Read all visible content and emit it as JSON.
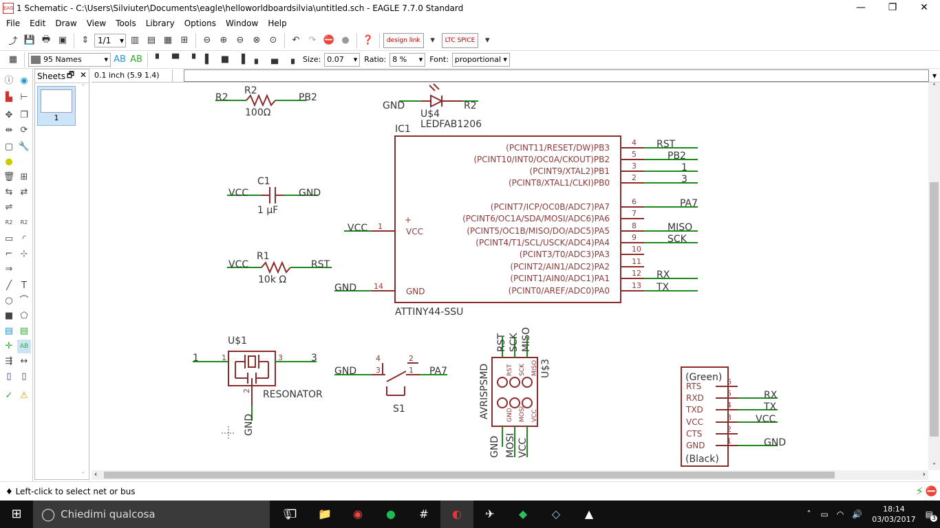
{
  "window": {
    "title": "1 Schematic - C:\\Users\\Silviuter\\Documents\\eagle\\helloworldboardsilvia\\untitled.sch - EAGLE 7.7.0 Standard",
    "minimize_glyph": "—",
    "maximize_glyph": "❐",
    "close_glyph": "✕"
  },
  "menu": [
    {
      "label": "File"
    },
    {
      "label": "Edit"
    },
    {
      "label": "Draw"
    },
    {
      "label": "View"
    },
    {
      "label": "Tools"
    },
    {
      "label": "Library"
    },
    {
      "label": "Options"
    },
    {
      "label": "Window"
    },
    {
      "label": "Help"
    }
  ],
  "toolbar": {
    "sheet_value": "1/1",
    "design_link_label": "design link",
    "ltspice_label": "LTC SPICE"
  },
  "toolbar2": {
    "layer_value": "95 Names",
    "size_label": "Size:",
    "size_value": "0.07",
    "ratio_label": "Ratio:",
    "ratio_value": "8 %",
    "font_label": "Font:",
    "font_value": "proportional"
  },
  "sheets": {
    "header": "Sheets",
    "items": [
      {
        "number": "1"
      }
    ]
  },
  "command": {
    "coordinates": "0.1 inch (5.9 1.4)",
    "input_value": ""
  },
  "colors": {
    "part": "#8b2a2a",
    "net": "#1a8a1a",
    "text": "#333333",
    "pin_label": "#8b3a3a"
  },
  "schematic": {
    "r2": {
      "ref": "R2",
      "value": "100Ω",
      "left_net": "R2",
      "right_net": "PB2"
    },
    "led": {
      "ref": "U$4",
      "value": "LEDFAB1206",
      "left_net": "GND",
      "right_net": "R2"
    },
    "c1": {
      "ref": "C1",
      "value": "1 µF",
      "left_net": "VCC",
      "right_net": "GND"
    },
    "r1": {
      "ref": "R1",
      "value": "10k Ω",
      "left_net": "VCC",
      "right_net": "RST"
    },
    "ic": {
      "ref": "IC1",
      "value": "ATTINY44-SSU",
      "vcc_pin_name": "VCC",
      "vcc_pin_num": "1",
      "vcc_net": "VCC",
      "gnd_pin_name": "GND",
      "gnd_pin_num": "14",
      "gnd_net": "GND",
      "right_pins": [
        {
          "name": "(PCINT11/RESET/DW)PB3",
          "num": "4",
          "net": "RST"
        },
        {
          "name": "(PCINT10/INT0/OC0A/CKOUT)PB2",
          "num": "5",
          "net": "PB2"
        },
        {
          "name": "(PCINT9/XTAL2)PB1",
          "num": "3",
          "net": "1"
        },
        {
          "name": "(PCINT8/XTAL1/CLKI)PB0",
          "num": "2",
          "net": "3"
        },
        {
          "name": "(PCINT7/ICP/OC0B/ADC7)PA7",
          "num": "6",
          "net": "PA7"
        },
        {
          "name": "(PCINT6/OC1A/SDA/MOSI/ADC6)PA6",
          "num": "7",
          "net": ""
        },
        {
          "name": "(PCINT5/OC1B/MISO/DO/ADC5)PA5",
          "num": "8",
          "net": "MISO"
        },
        {
          "name": "(PCINT4/T1/SCL/USCK/ADC4)PA4",
          "num": "9",
          "net": "SCK"
        },
        {
          "name": "(PCINT3/T0/ADC3)PA3",
          "num": "10",
          "net": ""
        },
        {
          "name": "(PCINT2/AIN1/ADC2)PA2",
          "num": "11",
          "net": ""
        },
        {
          "name": "(PCINT1/AIN0/ADC1)PA1",
          "num": "12",
          "net": "RX"
        },
        {
          "name": "(PCINT0/AREF/ADC0)PA0",
          "num": "13",
          "net": "TX"
        }
      ]
    },
    "resonator": {
      "ref": "U$1",
      "value": "RESONATOR",
      "pin1": "1",
      "pin2": "2",
      "pin3": "3",
      "net_left": "1",
      "net_right": "3",
      "net_bottom": "GND"
    },
    "switch": {
      "ref": "S1",
      "pin1": "1",
      "pin2": "2",
      "pin3": "3",
      "pin4": "4",
      "net_left": "GND",
      "net_right": "PA7"
    },
    "isp": {
      "ref": "U$3",
      "value": "AVRISPSMD",
      "top_pins": [
        "RST",
        "SCK",
        "MISO"
      ],
      "bottom_pins": [
        "GND",
        "MOSI",
        "VCC"
      ],
      "top_nets": [
        "RST",
        "SCK",
        "MISO"
      ],
      "bottom_nets": [
        "GND",
        "MOSI",
        "VCC"
      ]
    },
    "ftdi": {
      "top_label": "(Green)",
      "bottom_label": "(Black)",
      "pins": [
        {
          "name": "RTS",
          "num": "6",
          "net": ""
        },
        {
          "name": "RXD",
          "num": "5",
          "net": "RX"
        },
        {
          "name": "TXD",
          "num": "4",
          "net": "TX"
        },
        {
          "name": "VCC",
          "num": "3",
          "net": "VCC"
        },
        {
          "name": "CTS",
          "num": "2",
          "net": ""
        },
        {
          "name": "GND",
          "num": "1",
          "net": "GND"
        }
      ]
    }
  },
  "status": {
    "text": "♦ Left-click to select net or bus"
  },
  "taskbar": {
    "search_placeholder": "Chiedimi qualcosa",
    "time": "18:14",
    "date": "03/03/2017",
    "notification_count": "3"
  }
}
